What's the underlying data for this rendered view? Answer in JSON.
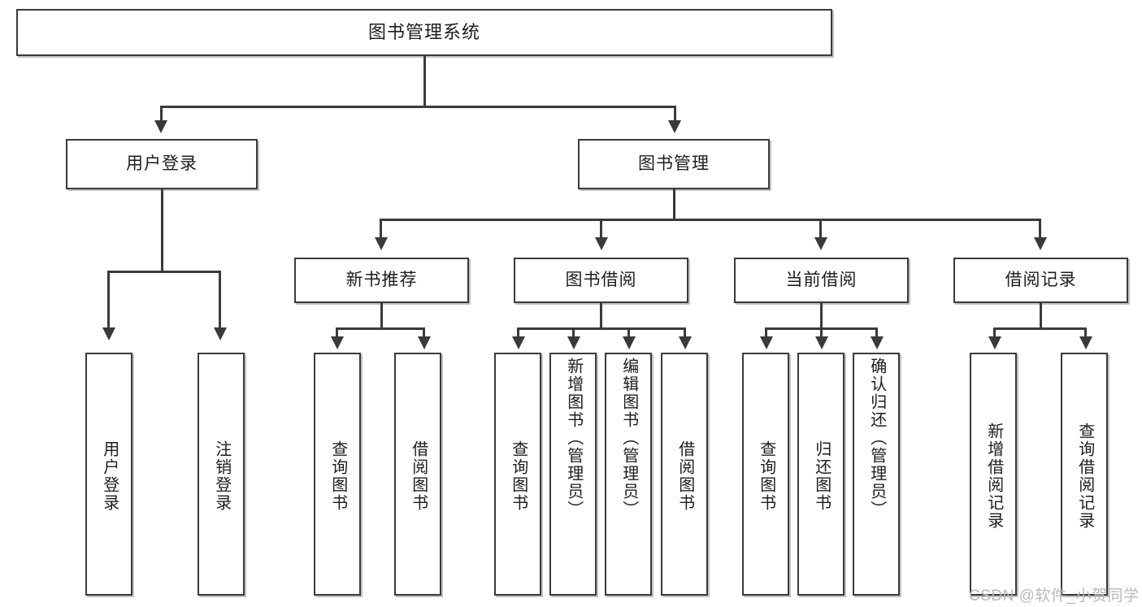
{
  "diagram": {
    "type": "tree-hierarchy",
    "title": "图书管理系统",
    "root": {
      "label": "图书管理系统"
    },
    "level2": [
      {
        "label": "用户登录"
      },
      {
        "label": "图书管理"
      }
    ],
    "level3": [
      {
        "label": "新书推荐"
      },
      {
        "label": "图书借阅"
      },
      {
        "label": "当前借阅"
      },
      {
        "label": "借阅记录"
      }
    ],
    "leaves": {
      "user_login": [
        {
          "label": "用户登录"
        },
        {
          "label": "注销登录"
        }
      ],
      "new_book_recommend": [
        {
          "label": "查询图书"
        },
        {
          "label": "借阅图书"
        }
      ],
      "book_borrow": [
        {
          "label": "查询图书"
        },
        {
          "label": "新增图书（管理员）"
        },
        {
          "label": "编辑图书（管理员）"
        },
        {
          "label": "借阅图书"
        }
      ],
      "current_borrow": [
        {
          "label": "查询图书"
        },
        {
          "label": "归还图书"
        },
        {
          "label": "确认归还（管理员）"
        }
      ],
      "borrow_record": [
        {
          "label": "新增借阅记录"
        },
        {
          "label": "查询借阅记录"
        }
      ]
    }
  },
  "watermark": {
    "text": "CSDN @软件_小贺同学"
  },
  "colors": {
    "stroke": "#3a3a3a",
    "fill": "#ffffff",
    "text": "#1d1d1d",
    "watermark": "#b9b9b9"
  }
}
